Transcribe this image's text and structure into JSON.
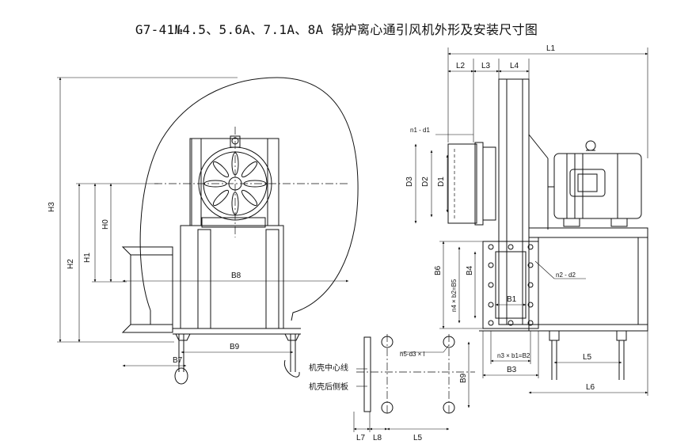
{
  "title": "G7-41№4.5、5.6A、7.1A、8A 锅炉离心通引风机外形及安装尺寸图",
  "front_view": {
    "labels": {
      "h3": "H3",
      "h2": "H2",
      "h1": "H1",
      "h0": "H0",
      "b8": "B8",
      "b9": "B9",
      "b7": "B7"
    }
  },
  "side_view": {
    "labels": {
      "l1": "L1",
      "l2": "L2",
      "l3": "L3",
      "l4": "L4",
      "n1d1": "n1 - d1",
      "d3": "D3",
      "d2": "D2",
      "d1": "D1",
      "b6": "B6",
      "b4": "B4",
      "n4b2b5": "n4 × b2=B5",
      "b1": "B1",
      "n2d2": "n2 - d2",
      "n3b1b2": "n3 × b1=B2",
      "b3": "B3",
      "l5": "L5",
      "l6": "L6"
    }
  },
  "base_view": {
    "labels": {
      "n5d3l": "n5-d3 × l",
      "center_line": "机壳中心线",
      "rear_plate": "机壳后侧板",
      "b9": "B9",
      "l7": "L7",
      "l8": "L8",
      "l5": "L5"
    }
  }
}
